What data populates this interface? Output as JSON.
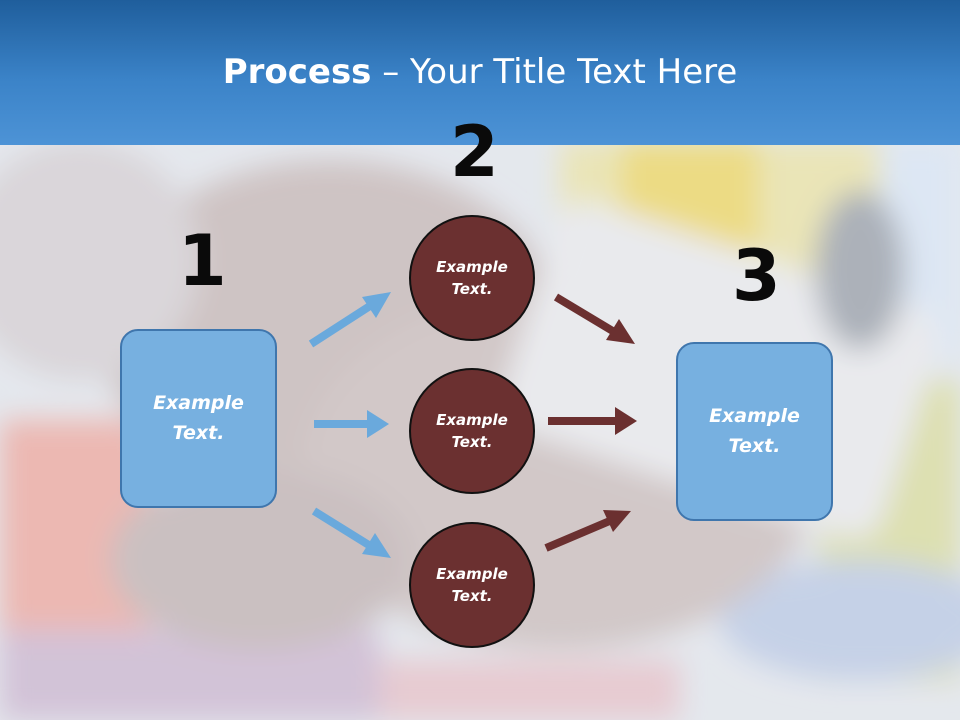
{
  "title": {
    "bold": "Process",
    "rest": " – Your Title Text Here"
  },
  "steps": [
    "1",
    "2",
    "3"
  ],
  "boxes": [
    {
      "label": "Example\nText."
    },
    {
      "label": "Example\nText."
    }
  ],
  "circles": [
    {
      "label": "Example\nText."
    },
    {
      "label": "Example\nText."
    },
    {
      "label": "Example\nText."
    }
  ],
  "colors": {
    "header": "#3b83c8",
    "box": "#77b0e0",
    "circle": "#6b3030",
    "blue_arrow": "#6aa9dc",
    "brown_arrow": "#6b3030"
  }
}
